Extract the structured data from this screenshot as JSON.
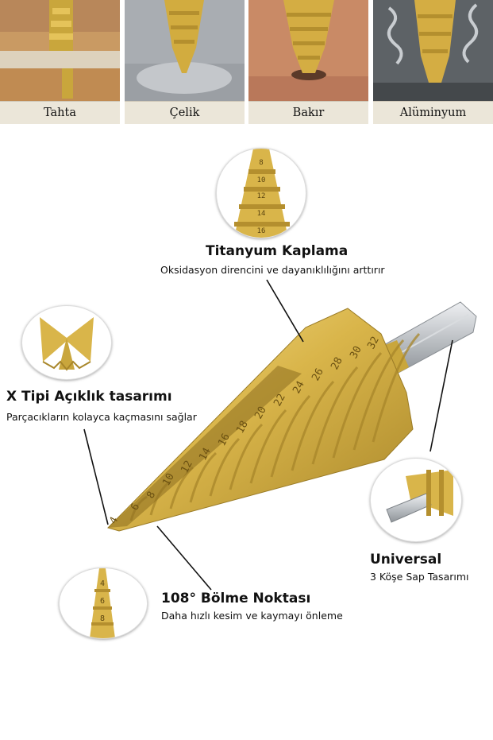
{
  "materials": [
    {
      "label": "Tahta"
    },
    {
      "label": "Çelik"
    },
    {
      "label": "Bakır"
    },
    {
      "label": "Alüminyum"
    }
  ],
  "features": {
    "coating": {
      "title": "Titanyum Kaplama",
      "desc": "Oksidasyon direncini ve dayanıklılığını arttırır"
    },
    "xtype": {
      "title": "X Tipi Açıklık tasarımı",
      "desc": "Parçacıkların kolayca kaçmasını sağlar"
    },
    "universal": {
      "title": "Universal",
      "desc": "3 Köşe Sap Tasarımı"
    },
    "point": {
      "title": "108° Bölme Noktası",
      "desc": "Daha hızlı kesim ve kaymayı önleme"
    }
  },
  "drill_marks": [
    "4",
    "6",
    "8",
    "10",
    "12",
    "14",
    "16",
    "18",
    "20",
    "22",
    "24",
    "26",
    "28",
    "30",
    "32"
  ],
  "coating_marks": [
    "8",
    "10",
    "12",
    "14",
    "16"
  ],
  "point_marks": [
    "4",
    "6",
    "8"
  ],
  "colors": {
    "gold": "#d9b54a",
    "gold_dark": "#a8862a",
    "steel": "#bfc3c7"
  }
}
